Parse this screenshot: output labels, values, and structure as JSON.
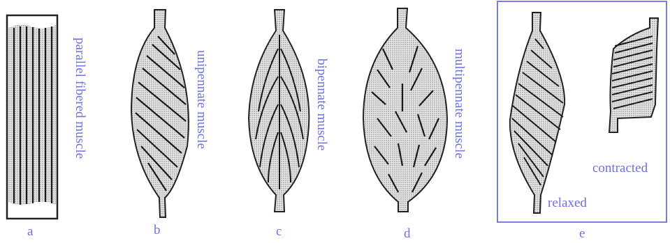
{
  "panels": {
    "a": {
      "letter": "a",
      "caption": "parallel fibered muscle"
    },
    "b": {
      "letter": "b",
      "caption": "unipennate muscle"
    },
    "c": {
      "letter": "c",
      "caption": "bipennate muscle"
    },
    "d": {
      "letter": "d",
      "caption": "multipennate muscle"
    },
    "e": {
      "letter": "e",
      "relaxed_label": "relaxed",
      "contracted_label": "contracted"
    }
  },
  "colors": {
    "label": "#6f6fe6",
    "frame": "#7a7aea",
    "ink": "#1a1a1a",
    "fill": "#c8c8c8"
  }
}
